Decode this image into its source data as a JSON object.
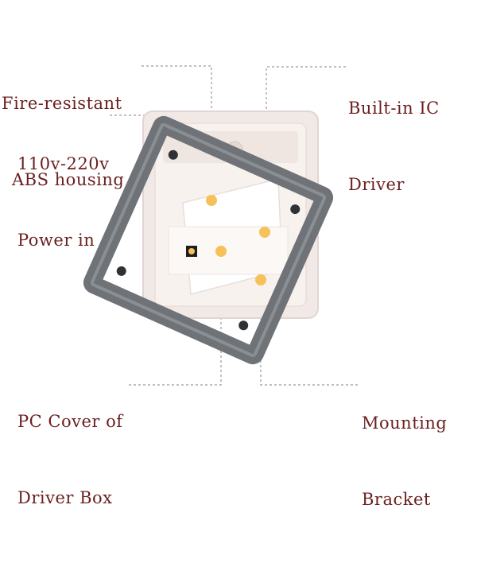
{
  "labels": {
    "fire_resistant": {
      "line1": "Fire-resistant",
      "line2": "ABS housing"
    },
    "power_in": {
      "line1": "110v-220v",
      "line2": "Power in"
    },
    "built_in_ic": {
      "line1": "Built-in IC",
      "line2": "Driver"
    },
    "pc_cover": {
      "line1": "PC Cover of",
      "line2": "Driver Box"
    },
    "mounting_bracket": {
      "line1": "Mounting",
      "line2": "Bracket"
    }
  },
  "colors": {
    "label_text": "#6b1f1f",
    "leader_line": "#9a9a9a",
    "housing": "#f3ece8",
    "bracket": "#6f7378",
    "led": "#f7c15a"
  }
}
